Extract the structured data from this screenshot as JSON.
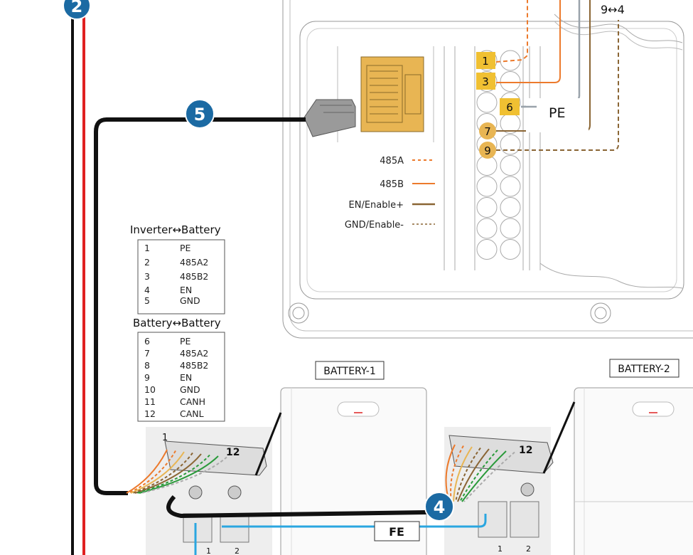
{
  "colors": {
    "badge": "#1b6aa3",
    "rs485a": "#ec7a2c",
    "rs485b": "#ec7a2c",
    "enable_plus": "#8a6534",
    "gnd_enable_minus": "#8a6534",
    "pe": "#9aa3ab",
    "fe_cable": "#2aa6e0",
    "terminal_label": "#f0c032",
    "rj45": "#e8b553"
  },
  "badges": {
    "b2": "2",
    "b5": "5",
    "b4": "4"
  },
  "terminal_labels": [
    "1",
    "3",
    "6",
    "7",
    "9"
  ],
  "pe_label": "PE",
  "pin_map": "9↔4",
  "legend": [
    {
      "label": "485A",
      "style": "dashed-orange"
    },
    {
      "label": "485B",
      "style": "solid-orange"
    },
    {
      "label": "EN/Enable+",
      "style": "solid-brown"
    },
    {
      "label": "GND/Enable-",
      "style": "dashed-brown"
    }
  ],
  "tables": [
    {
      "title": "Inverter↔Battery",
      "rows": [
        [
          "1",
          "PE"
        ],
        [
          "2",
          "485A2"
        ],
        [
          "3",
          "485B2"
        ],
        [
          "4",
          "EN"
        ],
        [
          "5",
          "GND"
        ]
      ]
    },
    {
      "title": "Battery↔Battery",
      "rows": [
        [
          "6",
          "PE"
        ],
        [
          "7",
          "485A2"
        ],
        [
          "8",
          "485B2"
        ],
        [
          "9",
          "EN"
        ],
        [
          "10",
          "GND"
        ],
        [
          "11",
          "CANH"
        ],
        [
          "12",
          "CANL"
        ]
      ]
    }
  ],
  "batteries": [
    {
      "label": "BATTERY-1"
    },
    {
      "label": "BATTERY-2"
    }
  ],
  "connector_labels": {
    "left_1": "1",
    "left_12": "12",
    "right_12": "12"
  },
  "port_labels": {
    "left": [
      "1",
      "2"
    ],
    "right": [
      "1",
      "2"
    ]
  },
  "fe_label": "FE"
}
